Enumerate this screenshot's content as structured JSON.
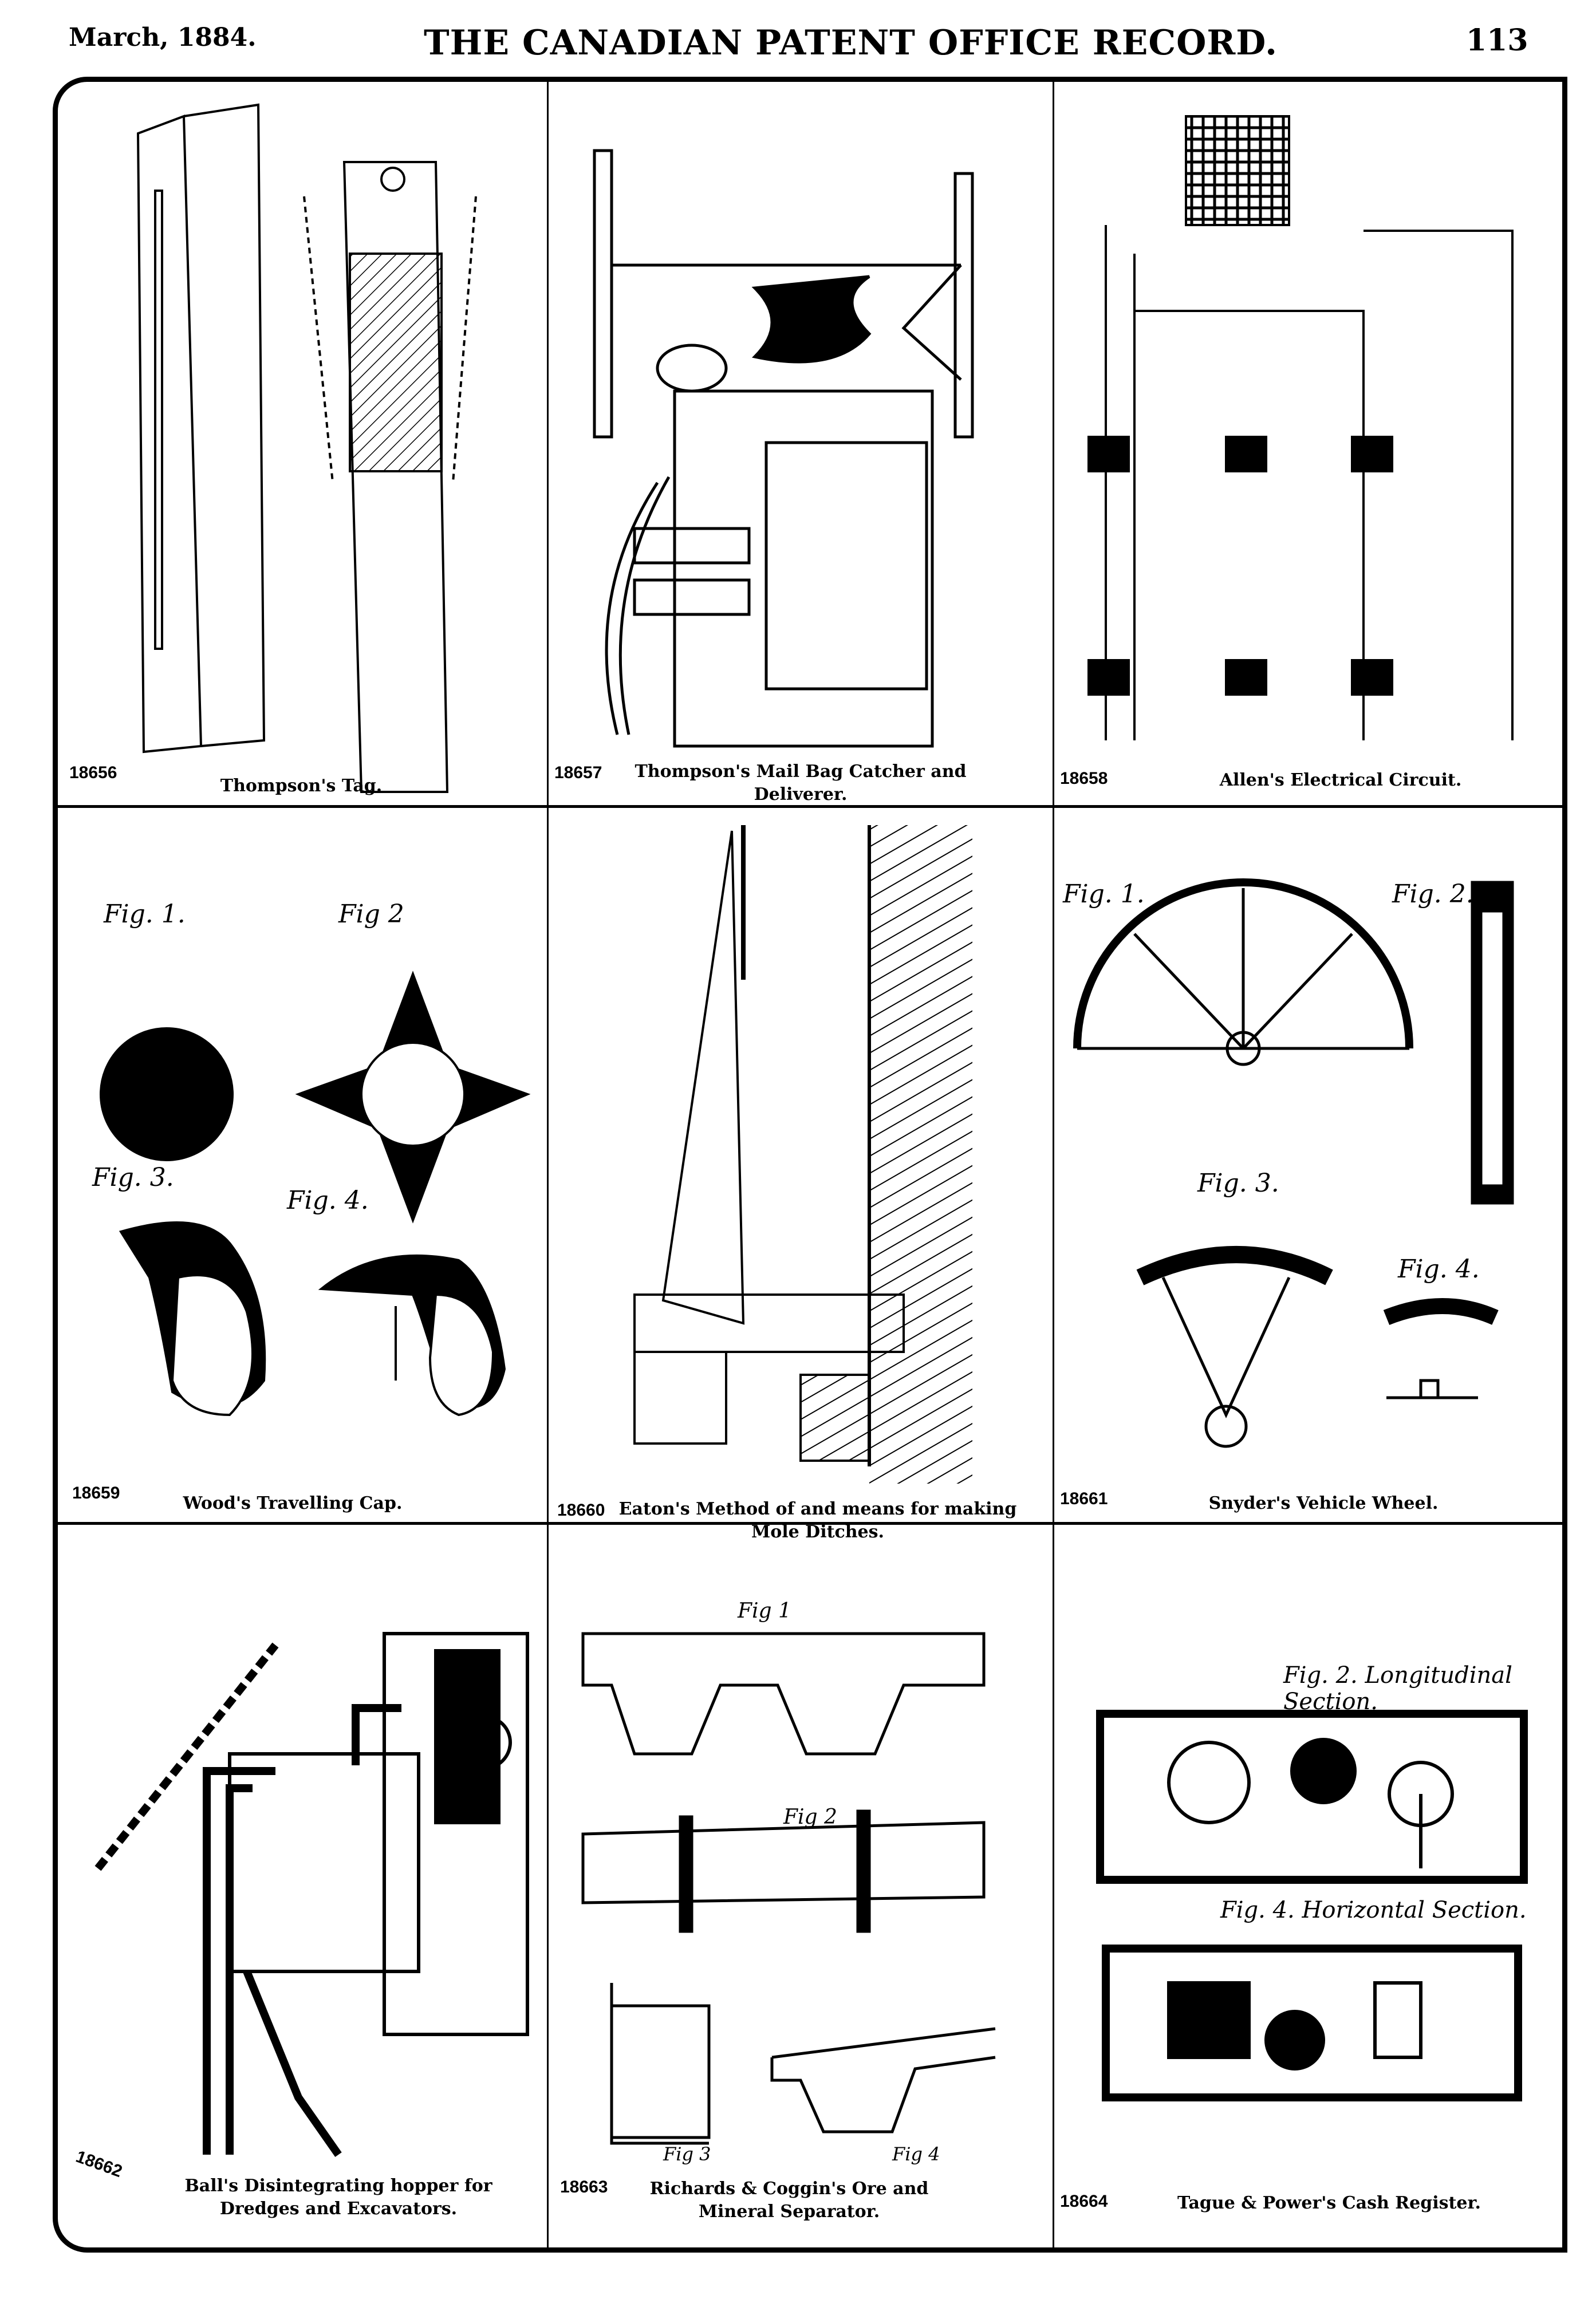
{
  "header": {
    "date": "March, 1884.",
    "title": "THE CANADIAN PATENT OFFICE RECORD.",
    "page": "113"
  },
  "patents": [
    {
      "number": "18656",
      "caption": "Thompson's Tag."
    },
    {
      "number": "18657",
      "caption": "Thompson's Mail Bag Catcher and Deliverer."
    },
    {
      "number": "18658",
      "caption": "Allen's Electrical Circuit."
    },
    {
      "number": "18659",
      "caption": "Wood's Travelling Cap."
    },
    {
      "number": "18660",
      "caption": "Eaton's Method of and means for making Mole Ditches."
    },
    {
      "number": "18661",
      "caption": "Snyder's Vehicle Wheel."
    },
    {
      "number": "18662",
      "caption": "Ball's Disintegrating hopper for Dredges and Excavators."
    },
    {
      "number": "18663",
      "caption": "Richards & Coggin's Ore and Mineral Separator."
    },
    {
      "number": "18664",
      "caption": "Tague & Power's Cash Register."
    }
  ],
  "figure_labels": {
    "cap": [
      "Fig. 1.",
      "Fig 2",
      "Fig. 3.",
      "Fig. 4."
    ],
    "wheel": [
      "Fig. 1.",
      "Fig. 2.",
      "Fig. 3.",
      "Fig. 4."
    ],
    "separator": [
      "Fig 1",
      "Fig 2",
      "Fig 3",
      "Fig 4"
    ],
    "register": [
      "Fig. 2. Longitudinal Section.",
      "Fig. 4. Horizontal Section."
    ]
  }
}
